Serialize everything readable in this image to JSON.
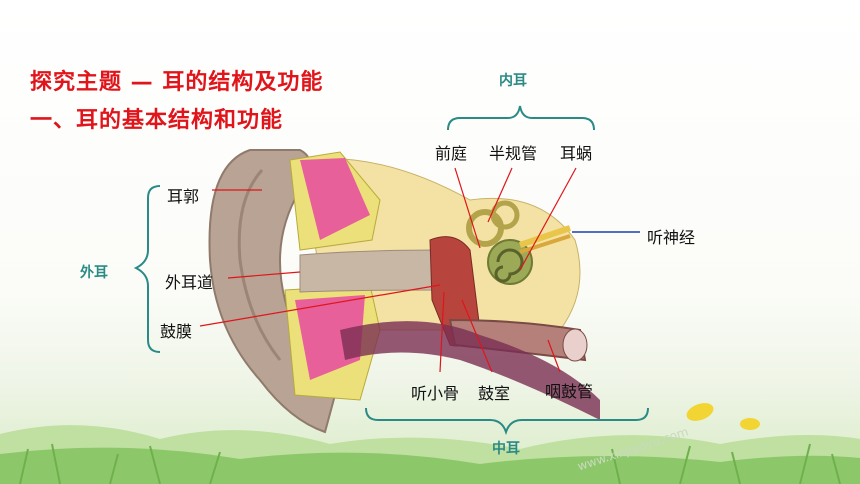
{
  "title_line1": "探究主题 — 耳的结构及功能",
  "title_line2": "一、耳的基本结构和功能",
  "groups": {
    "inner_ear": "内耳",
    "outer_ear": "外耳",
    "middle_ear": "中耳"
  },
  "labels": {
    "vestibule": "前庭",
    "semicircular_canals": "半规管",
    "cochlea": "耳蜗",
    "auricle": "耳郭",
    "auditory_nerve": "听神经",
    "ear_canal": "外耳道",
    "eardrum": "鼓膜",
    "ossicles": "听小骨",
    "tympanic_cavity": "鼓室",
    "eustachian_tube": "咽鼓管"
  },
  "watermark": "www.xinjiaoyu.com",
  "colors": {
    "title": "#e0151b",
    "bracket": "#2a8a86",
    "leader_red": "#e0151b",
    "leader_blue": "#1a3fb0"
  }
}
